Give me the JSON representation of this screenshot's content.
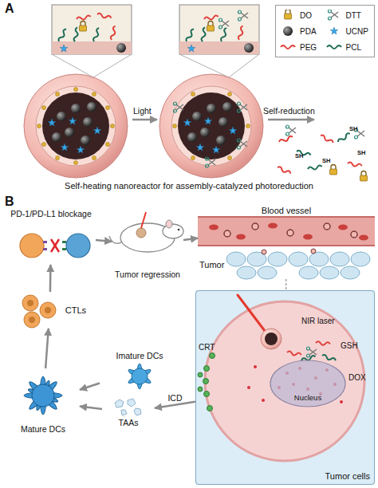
{
  "diagram": {
    "nodes": [
      {
        "text": [
          "PD-1/PD-L1 blockage"
        ]
      },
      {
        "text": [
          "Tumor regression"
        ]
      },
      {
        "text": [
          "Blood vessel"
        ]
      },
      {
        "text": [
          "Tumor"
        ]
      },
      {
        "text": [
          "CTLs"
        ]
      },
      {
        "text": [
          "Imature DCs"
        ]
      },
      {
        "text": [
          "Mature DCs"
        ]
      },
      {
        "text": [
          "TAAs"
        ]
      },
      {
        "text": [
          "Tumor cells"
        ]
      },
      {
        "text": [
          "Nucleus"
        ],
        "in": 8
      }
    ],
    "edges": [
      {
        "from": 6,
        "to": 4,
        "arrow": "to"
      },
      {
        "from": 4,
        "to": 0,
        "arrow": "to"
      },
      {
        "from": 0,
        "to": 1,
        "arrow": "to"
      },
      {
        "from": 1,
        "to": 2,
        "arrow": "to"
      },
      {
        "from": 3,
        "to": 8,
        "arrow": "none"
      },
      {
        "from": 5,
        "to": 6,
        "arrow": "to"
      },
      {
        "from": 7,
        "to": 6,
        "arrow": "to"
      },
      {
        "from": 8,
        "to": 7,
        "label": "ICD",
        "arrow": "to"
      }
    ],
    "labels": [
      "A",
      "Light",
      "Self-reduction",
      "SH",
      "SH",
      "SH",
      "SH",
      "Self-heating nanoreactor for assembly-catalyzed photoreduction",
      "B",
      "NIR laser",
      "GSH",
      "CRT",
      "DOX"
    ],
    "legend": [
      {
        "text": "DO"
      },
      {
        "text": "DTT"
      },
      {
        "text": "PDA"
      },
      {
        "text": "UCNP"
      },
      {
        "text": "PEG"
      },
      {
        "text": "PCL"
      }
    ]
  }
}
